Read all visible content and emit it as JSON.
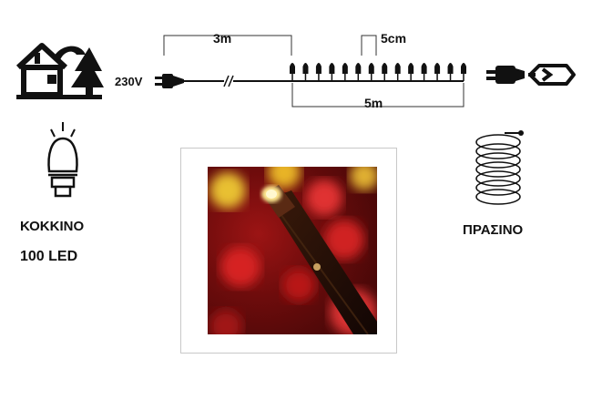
{
  "diagram": {
    "supply_voltage": "230V",
    "lead_length": "3m",
    "led_spacing": "5cm",
    "lit_length": "5m",
    "led_count_in_drawing": 14
  },
  "product": {
    "color_label": "ΚΟΚΚΙΝΟ",
    "led_label": "100 LED",
    "cable_color_label": "ΠΡΑΣΙΝΟ"
  },
  "icons": {
    "house": "house-tree-icon",
    "bulb": "led-bulb-icon",
    "coil": "coiled-cable-icon",
    "connector": "connector-plug-icon"
  },
  "colors": {
    "ink": "#111111",
    "led_red": "#c81818",
    "led_warm": "#e8c030"
  }
}
